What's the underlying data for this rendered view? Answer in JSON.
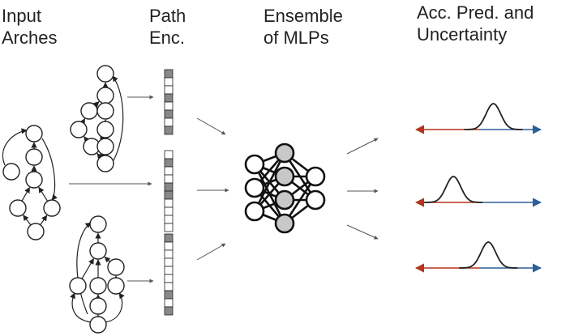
{
  "headers": {
    "input_l1": "Input",
    "input_l2": "Arches",
    "path_l1": "Path",
    "path_l2": "Enc.",
    "ensemble_l1": "Ensemble",
    "ensemble_l2": "of MLPs",
    "acc_l1": "Acc. Pred. and",
    "acc_l2": "Uncertainty"
  },
  "encodings": [
    [
      1,
      0,
      0,
      1,
      0,
      1,
      0,
      1
    ],
    [
      0,
      1,
      0,
      0,
      1,
      1,
      0,
      0,
      0,
      0
    ],
    [
      1,
      0,
      0,
      0,
      0,
      0,
      0,
      1,
      0,
      1
    ]
  ],
  "predictions": [
    {
      "mean": 0.62
    },
    {
      "mean": 0.3
    },
    {
      "mean": 0.58
    }
  ],
  "colors": {
    "line": "#222222",
    "arrow": "#555555",
    "cell_filled": "#888888",
    "node_hidden": "#c8c8c8",
    "red": "#b5341c",
    "blue": "#2b5f9a"
  }
}
